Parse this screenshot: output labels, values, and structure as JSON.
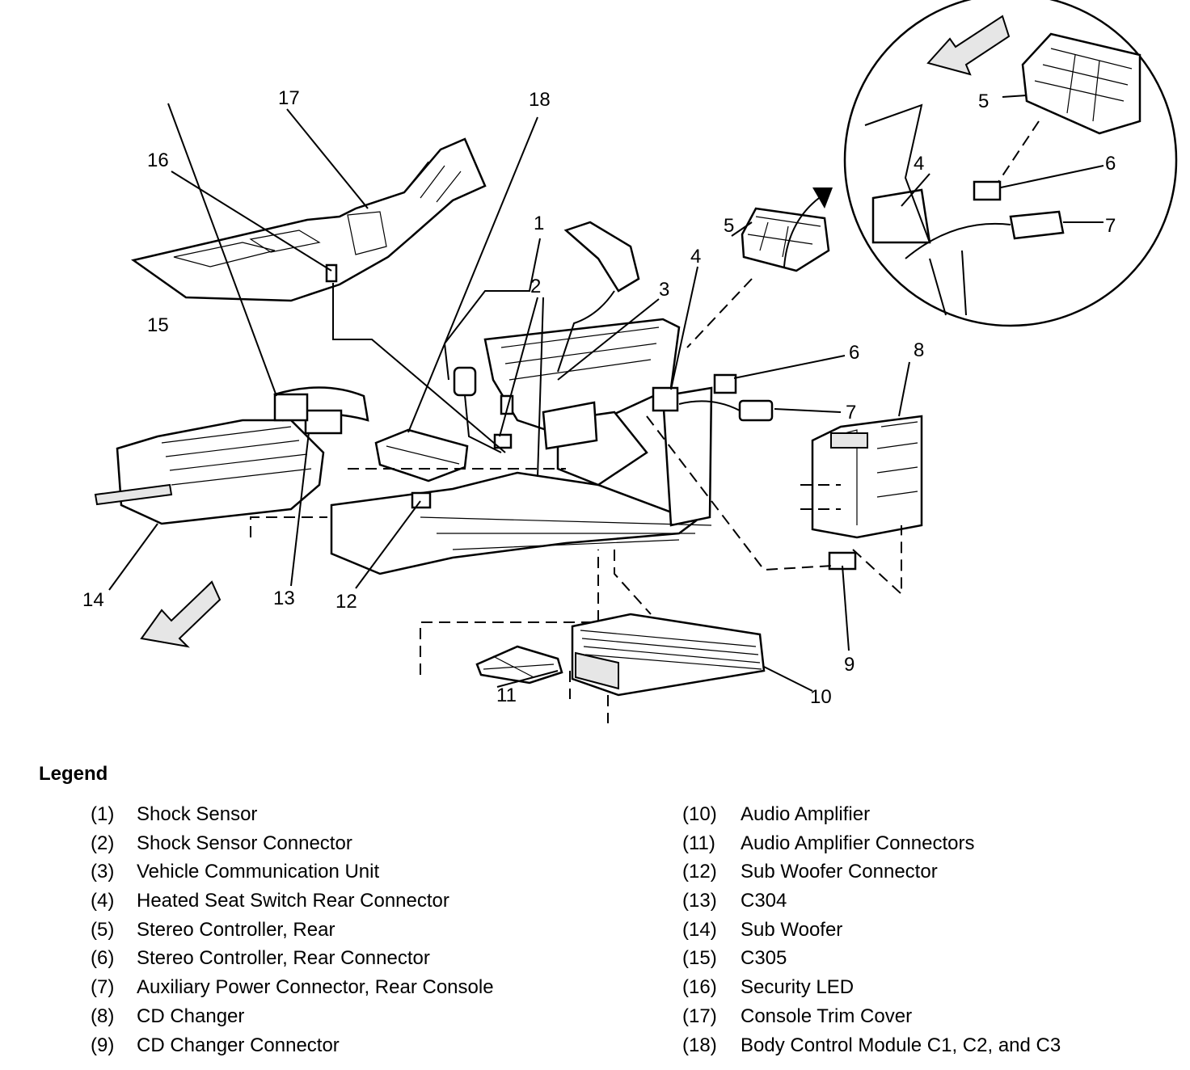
{
  "callouts": {
    "c1": "1",
    "c2": "2",
    "c3": "3",
    "c4": "4",
    "c5": "5",
    "c6": "6",
    "c7": "7",
    "c8": "8",
    "c9": "9",
    "c10": "10",
    "c11": "11",
    "c12": "12",
    "c13": "13",
    "c14": "14",
    "c15": "15",
    "c16": "16",
    "c17": "17",
    "c18": "18"
  },
  "detail_callouts": {
    "d4": "4",
    "d5": "5",
    "d6": "6",
    "d7": "7"
  },
  "legend": {
    "title": "Legend",
    "left": [
      {
        "code": "(1)",
        "label": "Shock Sensor"
      },
      {
        "code": "(2)",
        "label": "Shock Sensor Connector"
      },
      {
        "code": "(3)",
        "label": "Vehicle Communication Unit"
      },
      {
        "code": "(4)",
        "label": "Heated Seat Switch Rear Connector"
      },
      {
        "code": "(5)",
        "label": "Stereo Controller, Rear"
      },
      {
        "code": "(6)",
        "label": "Stereo Controller, Rear Connector"
      },
      {
        "code": "(7)",
        "label": "Auxiliary Power Connector, Rear Console"
      },
      {
        "code": "(8)",
        "label": "CD Changer"
      },
      {
        "code": "(9)",
        "label": "CD Changer Connector"
      }
    ],
    "right": [
      {
        "code": "(10)",
        "label": "Audio Amplifier"
      },
      {
        "code": "(11)",
        "label": "Audio Amplifier Connectors"
      },
      {
        "code": "(12)",
        "label": "Sub Woofer Connector"
      },
      {
        "code": "(13)",
        "label": "C304"
      },
      {
        "code": "(14)",
        "label": "Sub Woofer"
      },
      {
        "code": "(15)",
        "label": "C305"
      },
      {
        "code": "(16)",
        "label": "Security LED"
      },
      {
        "code": "(17)",
        "label": "Console Trim Cover"
      },
      {
        "code": "(18)",
        "label": "Body Control Module C1, C2, and C3"
      }
    ]
  }
}
